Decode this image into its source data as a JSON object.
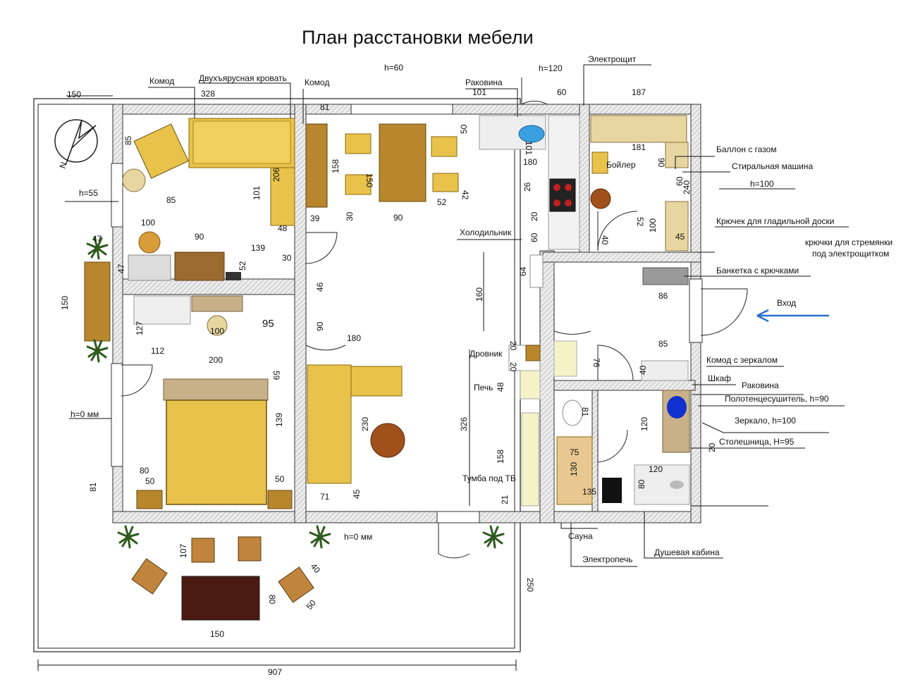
{
  "title": "План расстановки мебели",
  "labels": {
    "komod1": "Комод",
    "bunk_bed": "Двухъярусная кровать",
    "komod2": "Комод",
    "sink_kitchen": "Раковина",
    "electroshield": "Электрощит",
    "boiler": "Бойлер",
    "gas": "Баллон с газом",
    "washer": "Стиральная машина",
    "hook_board": "Крючек для гладильной доски",
    "hooks_ladder_1": "крючки для стремянки",
    "hooks_ladder_2": "под электрощитком",
    "fridge": "Холодильник",
    "bench": "Банкетка с крючками",
    "entry": "Вход",
    "dresser_mirror": "Комод с зеркалом",
    "wardrobe": "Шкаф",
    "sink_bath": "Раковина",
    "towel_heater": "Полотенцесушитель, h=90",
    "mirror": "Зеркало, h=100",
    "countertop": "Столешница, H=95",
    "woodbox": "Дровник",
    "stove": "Печь",
    "tv_stand": "Тумба под ТВ",
    "sauna": "Сауна",
    "electric_oven": "Электропечь",
    "shower": "Душевая кабина"
  },
  "dims": {
    "d150_top": "150",
    "d328": "328",
    "d81": "81",
    "h60": "h=60",
    "h120": "h=120",
    "d101_top": "101",
    "d60_top": "60",
    "d187": "187",
    "d85_a": "85",
    "d85_b": "85",
    "d206": "206",
    "d101": "101",
    "d48_a": "48",
    "d39": "39",
    "d30_a": "30",
    "d158_a": "158",
    "d150_b": "150",
    "d90_a": "90",
    "d52_a": "52",
    "d42": "42",
    "d50_a": "50",
    "d180_a": "180",
    "d181": "181",
    "d90_b": "90",
    "d60_b": "60",
    "d100_a": "100",
    "d45_a": "45",
    "d52_b": "52",
    "d40_a": "40",
    "d26": "26",
    "d20_a": "20",
    "d60_c": "60",
    "h55": "h=55",
    "d100_b": "100",
    "d90_c": "90",
    "d47_a": "47",
    "d47_b": "47",
    "d139_a": "139",
    "d30_b": "30",
    "d52_c": "52",
    "h100": "h=100",
    "d240": "240",
    "d150_c": "150",
    "d127": "127",
    "d100_c": "100",
    "d95": "95",
    "d112": "112",
    "d46": "46",
    "d90_d": "90",
    "d160": "160",
    "d64": "64",
    "d86": "86",
    "d200": "200",
    "d59": "59",
    "d139_b": "139",
    "d180_b": "180",
    "d230": "230",
    "d85_c": "85",
    "d40_b": "40",
    "d76": "76",
    "d20_b": "20",
    "d20_c": "20",
    "d48_b": "48",
    "d326": "326",
    "d158_b": "158",
    "d81_b": "81",
    "d120_a": "120",
    "d75": "75",
    "d130": "130",
    "d135": "135",
    "d120_b": "120",
    "d80_a": "80",
    "d20_d": "20",
    "h0_a": "h=0 мм",
    "d80_b": "80",
    "d50_b": "50",
    "d50_c": "50",
    "d81_c": "81",
    "d71": "71",
    "d45_b": "45",
    "d21": "21",
    "h0_b": "h=0 мм",
    "d107": "107",
    "d40_c": "40",
    "d50_d": "50",
    "d80_c": "80",
    "d150_d": "150",
    "d250": "250",
    "d907": "907"
  },
  "colors": {
    "wall": "#d8d8d8",
    "wood": "#e8c24a",
    "dark_wood": "#8b5a2b",
    "table": "#b8862c",
    "terrace_table": "#4a1a10",
    "blue": "#2a6ecf",
    "plant": "#2e5a1e"
  },
  "icons": {
    "compass": "compass-rose-icon",
    "arrow": "entry-arrow-icon",
    "plant": "potted-plant-icon"
  }
}
